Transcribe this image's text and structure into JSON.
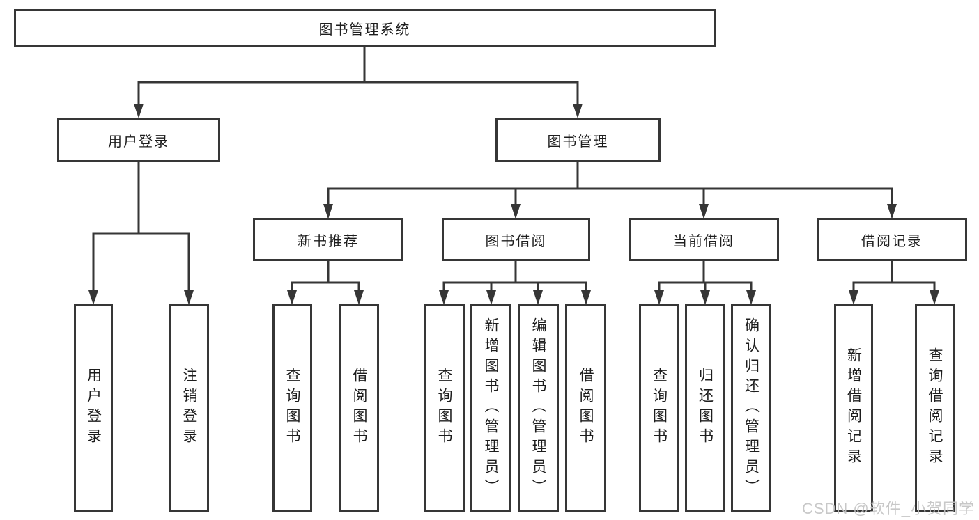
{
  "diagram": {
    "root": {
      "label": "图书管理系统"
    },
    "branches": [
      {
        "label": "用户登录",
        "children": [
          "用户登录",
          "注销登录"
        ]
      },
      {
        "label": "图书管理",
        "groups": [
          {
            "label": "新书推荐",
            "children": [
              "查询图书",
              "借阅图书"
            ]
          },
          {
            "label": "图书借阅",
            "children": [
              "查询图书",
              "新增图书（管理员）",
              "编辑图书（管理员）",
              "借阅图书"
            ]
          },
          {
            "label": "当前借阅",
            "children": [
              "查询图书",
              "归还图书",
              "确认归还（管理员）"
            ]
          },
          {
            "label": "借阅记录",
            "children": [
              "新增借阅记录",
              "查询借阅记录"
            ]
          }
        ]
      }
    ]
  },
  "watermark": {
    "text": "CSDN @软件_小贺同学"
  },
  "colors": {
    "line": "#363636",
    "text": "#1d1d1d",
    "background": "#ffffff",
    "watermark": "#c3c3c3"
  }
}
